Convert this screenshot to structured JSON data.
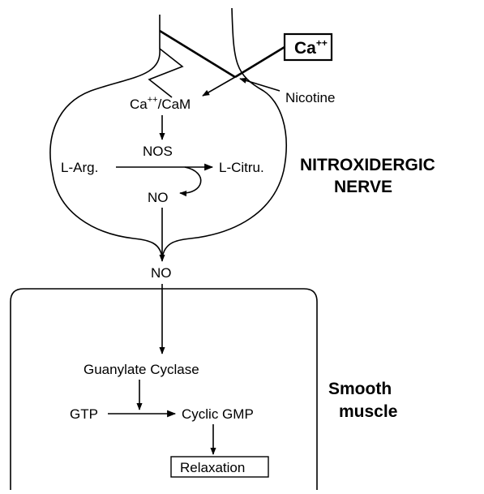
{
  "nerve": {
    "ca_box": "Ca",
    "ca_box_sup": "++",
    "nicotine": "Nicotine",
    "ca_cam_prefix": "Ca",
    "ca_cam_sup": "++",
    "ca_cam_suffix": "/CaM",
    "nos": "NOS",
    "l_arg": "L-Arg.",
    "l_citru": "L-Citru.",
    "no_inside": "NO",
    "title_line1": "NITROXIDERGIC",
    "title_line2": "NERVE"
  },
  "cleft": {
    "no": "NO"
  },
  "muscle": {
    "guanylate_cyclase": "Guanylate  Cyclase",
    "gtp": "GTP",
    "cyclic_gmp": "Cyclic  GMP",
    "relaxation": "Relaxation",
    "title_line1": "Smooth",
    "title_line2": "muscle"
  }
}
